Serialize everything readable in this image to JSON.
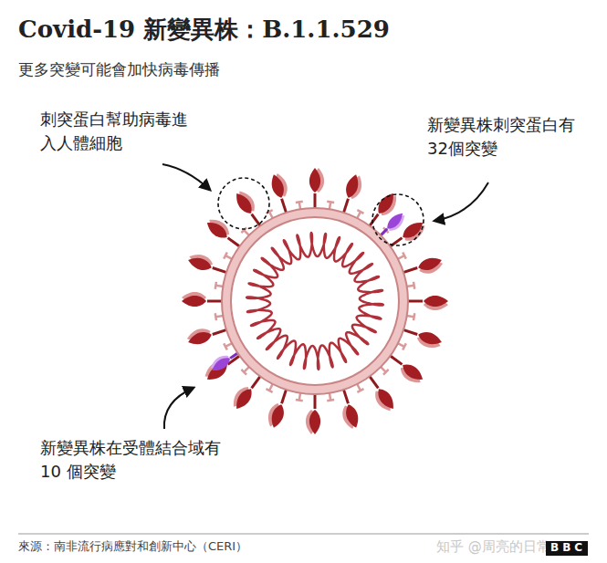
{
  "diagram": {
    "title": "Covid-19 新變異株：B.1.1.529",
    "labels": [
      "更多突變可能會加快病毒傳播",
      "刺突蛋白幫助病毒進入人體細胞",
      "新變異株刺突蛋白有32個突變",
      "新變異株在受體結合域有 10 個突變",
      "來源：南非流行病應對和創新中心（CERI）",
      "知乎 @周亮的日常",
      "BBC"
    ]
  }
}
